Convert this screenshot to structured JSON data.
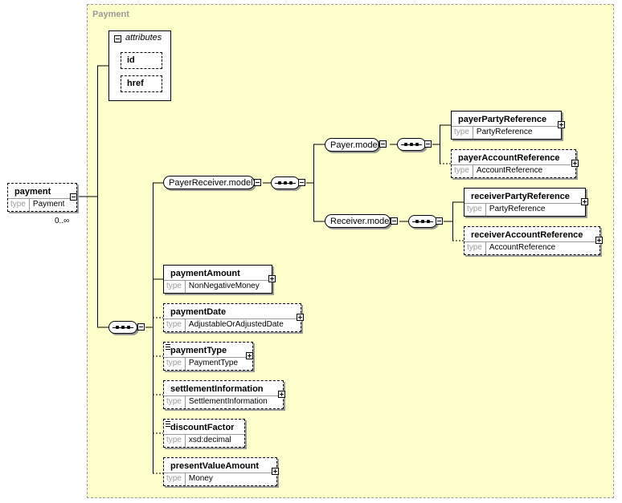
{
  "panel": {
    "title": "Payment"
  },
  "root": {
    "name": "payment",
    "type_key": "type",
    "type": "Payment",
    "occurrence": "0..∞"
  },
  "attributes": {
    "label": "attributes",
    "items": [
      "id",
      "href"
    ]
  },
  "models": {
    "payer_receiver": "PayerReceiver.model",
    "payer": "Payer.model",
    "receiver": "Receiver.model"
  },
  "payer_elements": [
    {
      "name": "payerPartyReference",
      "type": "PartyReference"
    },
    {
      "name": "payerAccountReference",
      "type": "AccountReference"
    }
  ],
  "receiver_elements": [
    {
      "name": "receiverPartyReference",
      "type": "PartyReference"
    },
    {
      "name": "receiverAccountReference",
      "type": "AccountReference"
    }
  ],
  "elements": [
    {
      "name": "paymentAmount",
      "type": "NonNegativeMoney"
    },
    {
      "name": "paymentDate",
      "type": "AdjustableOrAdjustedDate"
    },
    {
      "name": "paymentType",
      "type": "PaymentType"
    },
    {
      "name": "settlementInformation",
      "type": "SettlementInformation"
    },
    {
      "name": "discountFactor",
      "type": "xsd:decimal"
    },
    {
      "name": "presentValueAmount",
      "type": "Money"
    }
  ],
  "type_key": "type"
}
